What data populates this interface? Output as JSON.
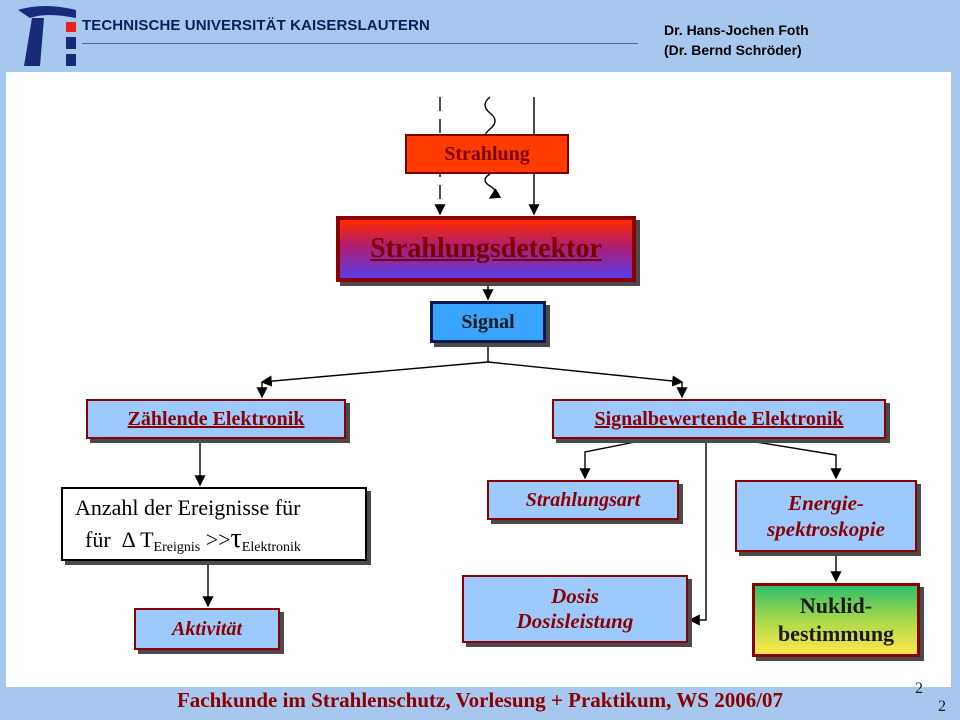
{
  "header": {
    "university": "TECHNISCHE UNIVERSITÄT KAISERSLAUTERN",
    "author": "Dr. Hans-Jochen Foth",
    "coauthor": "(Dr. Bernd Schröder)",
    "logo_icon": "tu-kaiserslautern-logo-icon"
  },
  "diagram": {
    "strahlung": "Strahlung",
    "detektor": "Strahlungsdetektor",
    "signal": "Signal",
    "zaehlende": "Zählende Elektronik",
    "signalbewertende": "Signalbewertende Elektronik",
    "anzahl_line1": "Anzahl der Ereignisse für",
    "anzahl_fuer": "für",
    "anzahl_delta": "Δ",
    "anzahl_T": "T",
    "anzahl_sub1": "Ereignis",
    "anzahl_gg": ">>",
    "anzahl_tau": "τ",
    "anzahl_sub2": "Elektronik",
    "aktivitaet": "Aktivität",
    "strahlungsart": "Strahlungsart",
    "energie_1": "Energie-",
    "energie_2": "spektroskopie",
    "dosis_1": "Dosis",
    "dosis_2": "Dosisleistung",
    "nuklid_1": "Nuklid-",
    "nuklid_2": "bestimmung"
  },
  "footer": {
    "title": "Fachkunde im Strahlenschutz, Vorlesung + Praktikum, WS 2006/07",
    "page_a": "2",
    "page_b": "2"
  },
  "colors": {
    "background": "#a6c8ee",
    "box_light_blue": "#9ccaff",
    "border_dark_red": "#8b0000",
    "strahlung_red": "#ff3b00",
    "signal_blue": "#39a4ff"
  }
}
